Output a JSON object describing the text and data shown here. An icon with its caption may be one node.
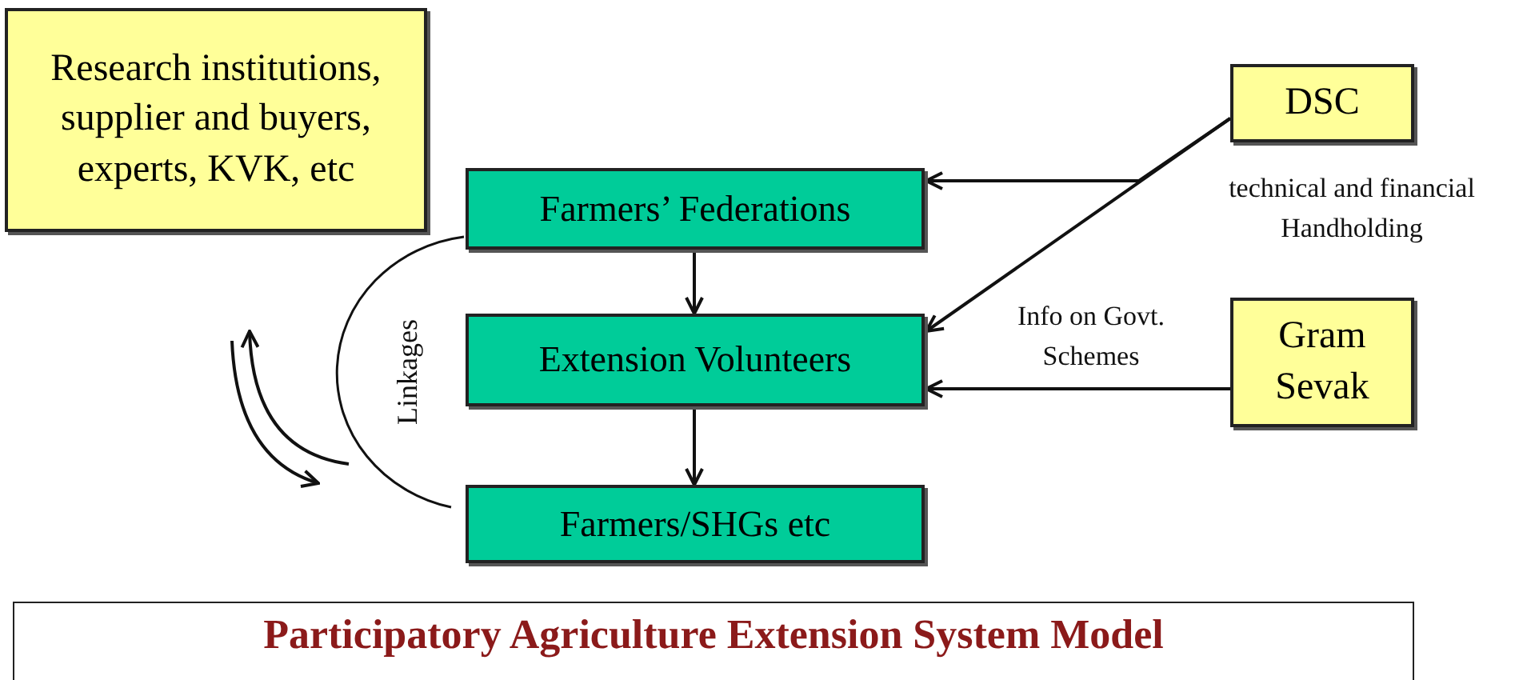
{
  "diagram": {
    "title": "Participatory Agriculture Extension System Model",
    "nodes": [
      {
        "text": [
          "Research institutions, supplier and buyers, experts, KVK, etc"
        ]
      },
      {
        "text": [
          "DSC"
        ]
      },
      {
        "text": [
          "Farmers’ Federations"
        ]
      },
      {
        "text": [
          "Extension Volunteers"
        ]
      },
      {
        "text": [
          "Gram Sevak"
        ]
      },
      {
        "text": [
          "Farmers/SHGs etc"
        ]
      }
    ],
    "edges": [
      {
        "from": 2,
        "to": 3,
        "arrow": "to"
      },
      {
        "from": 3,
        "to": 5,
        "arrow": "to"
      },
      {
        "from": 1,
        "to": 2,
        "arrow": "to"
      },
      {
        "from": 1,
        "to": 3,
        "arrow": "to"
      },
      {
        "from": 4,
        "to": 3,
        "arrow": "to",
        "label": "Info on Govt. Schemes"
      }
    ],
    "labels": [
      "technical and financial Handholding",
      "Linkages"
    ]
  }
}
